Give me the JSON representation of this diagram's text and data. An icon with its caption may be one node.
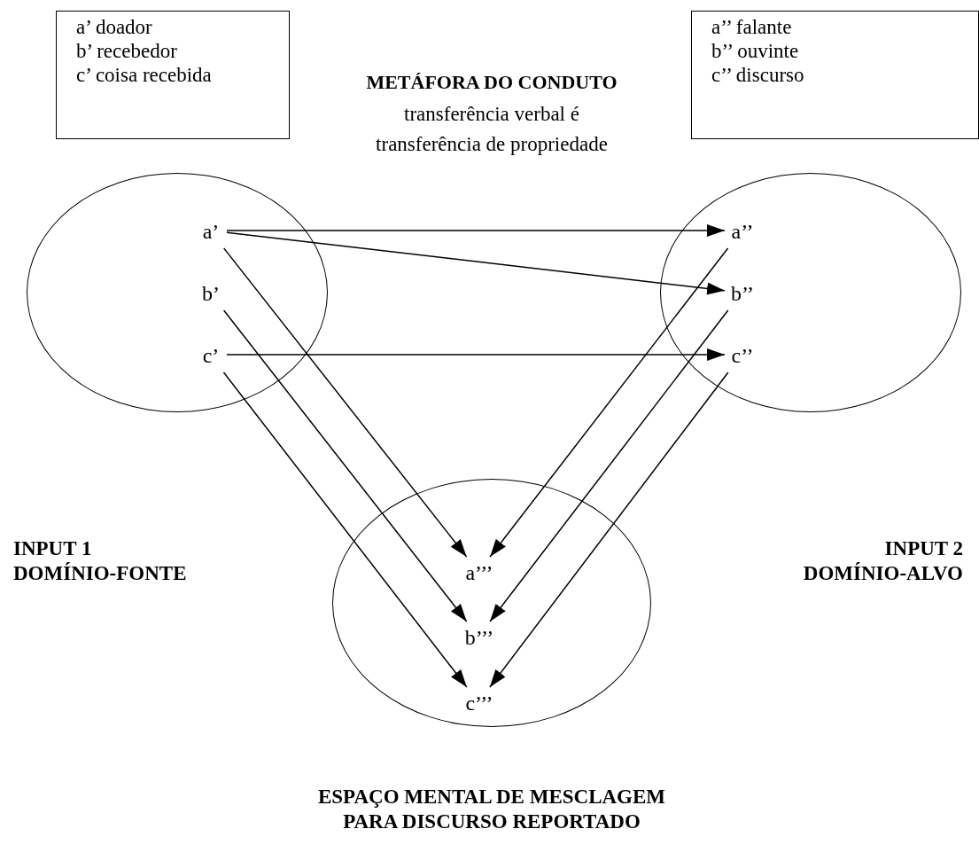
{
  "diagram": {
    "title": "METÁFORA DO CONDUTO",
    "nodes": [
      {
        "text": [
          "a’ doador",
          "b’ recebedor",
          "c’ coisa recebida"
        ]
      },
      {
        "text": [
          "a’’ falante",
          "b’’ ouvinte",
          "c’’ discurso"
        ]
      },
      {
        "text": [],
        "shape": "circle"
      },
      {
        "text": [
          "a’"
        ],
        "in": 2
      },
      {
        "text": [
          "b’"
        ],
        "in": 2
      },
      {
        "text": [
          "c’"
        ],
        "in": 2
      },
      {
        "text": [],
        "shape": "circle"
      },
      {
        "text": [
          "a’’"
        ],
        "in": 6
      },
      {
        "text": [
          "b’’"
        ],
        "in": 6
      },
      {
        "text": [
          "c’’"
        ],
        "in": 6
      },
      {
        "text": [],
        "shape": "circle"
      },
      {
        "text": [
          "a’’’"
        ],
        "in": 10
      },
      {
        "text": [
          "b’’’"
        ],
        "in": 10
      },
      {
        "text": [
          "c’’’"
        ],
        "in": 10
      }
    ],
    "edges": [
      {
        "from": 3,
        "to": 7,
        "arrow": "to"
      },
      {
        "from": 3,
        "to": 8,
        "arrow": "to"
      },
      {
        "from": 5,
        "to": 9,
        "arrow": "to"
      },
      {
        "from": 3,
        "to": 11,
        "arrow": "to"
      },
      {
        "from": 4,
        "to": 12,
        "arrow": "to"
      },
      {
        "from": 5,
        "to": 13,
        "arrow": "to"
      },
      {
        "from": 7,
        "to": 11,
        "arrow": "to"
      },
      {
        "from": 8,
        "to": 12,
        "arrow": "to"
      },
      {
        "from": 9,
        "to": 13,
        "arrow": "to"
      }
    ],
    "labels": [
      "transferência verbal é transferência de propriedade",
      "INPUT 1 DOMÍNIO-FONTE",
      "INPUT 2 DOMÍNIO-ALVO",
      "ESPAÇO MENTAL DE MESCLAGEM PARA DISCURSO REPORTADO"
    ]
  }
}
